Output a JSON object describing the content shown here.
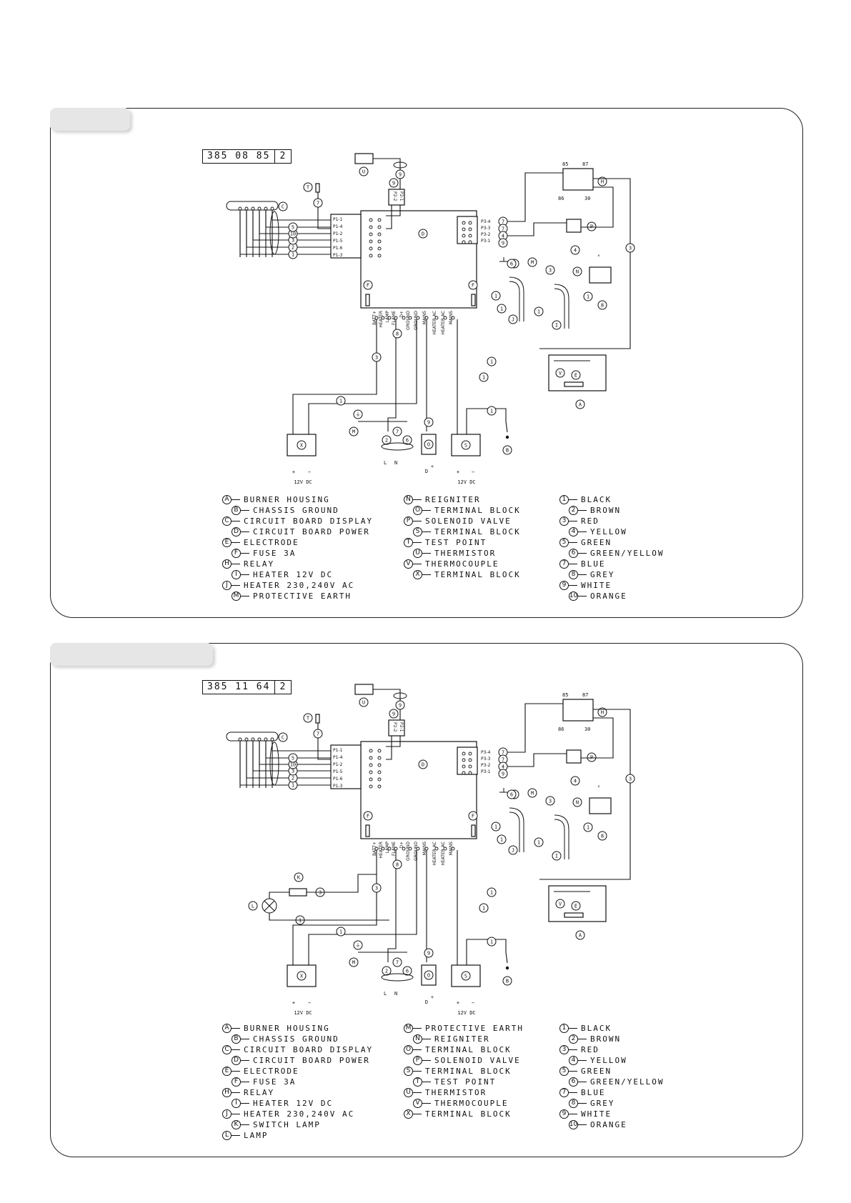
{
  "diagrams": [
    {
      "part_number": [
        "385 08 85",
        "2"
      ],
      "legend_col1": [
        {
          "key": "A",
          "text": "BURNER HOUSING"
        },
        {
          "key": "B",
          "text": "CHASSIS GROUND"
        },
        {
          "key": "C",
          "text": "CIRCUIT BOARD DISPLAY"
        },
        {
          "key": "D",
          "text": "CIRCUIT BOARD POWER"
        },
        {
          "key": "E",
          "text": "ELECTRODE"
        },
        {
          "key": "F",
          "text": "FUSE 3A"
        },
        {
          "key": "H",
          "text": "RELAY"
        },
        {
          "key": "I",
          "text": "HEATER 12V DC"
        },
        {
          "key": "J",
          "text": "HEATER 230,240V AC"
        },
        {
          "key": "M",
          "text": "PROTECTIVE EARTH"
        }
      ],
      "legend_col2": [
        {
          "key": "N",
          "text": "REIGNITER"
        },
        {
          "key": "O",
          "text": "TERMINAL BLOCK"
        },
        {
          "key": "P",
          "text": "SOLENOID VALVE"
        },
        {
          "key": "S",
          "text": "TERMINAL BLOCK"
        },
        {
          "key": "T",
          "text": "TEST POINT"
        },
        {
          "key": "U",
          "text": "THERMISTOR"
        },
        {
          "key": "V",
          "text": "THERMOCOUPLE"
        },
        {
          "key": "X",
          "text": "TERMINAL BLOCK"
        }
      ]
    },
    {
      "part_number": [
        "385 11 64",
        "2"
      ],
      "legend_col1": [
        {
          "key": "A",
          "text": "BURNER HOUSING"
        },
        {
          "key": "B",
          "text": "CHASSIS GROUND"
        },
        {
          "key": "C",
          "text": "CIRCUIT BOARD DISPLAY"
        },
        {
          "key": "D",
          "text": "CIRCUIT BOARD POWER"
        },
        {
          "key": "E",
          "text": "ELECTRODE"
        },
        {
          "key": "F",
          "text": "FUSE 3A"
        },
        {
          "key": "H",
          "text": "RELAY"
        },
        {
          "key": "I",
          "text": "HEATER 12V DC"
        },
        {
          "key": "J",
          "text": "HEATER 230,240V AC"
        },
        {
          "key": "K",
          "text": "SWITCH LAMP"
        },
        {
          "key": "L",
          "text": "LAMP"
        }
      ],
      "legend_col2": [
        {
          "key": "M",
          "text": "PROTECTIVE EARTH"
        },
        {
          "key": "N",
          "text": "REIGNITER"
        },
        {
          "key": "O",
          "text": "TERMINAL BLOCK"
        },
        {
          "key": "P",
          "text": "SOLENOID VALVE"
        },
        {
          "key": "S",
          "text": "TERMINAL BLOCK"
        },
        {
          "key": "T",
          "text": "TEST POINT"
        },
        {
          "key": "U",
          "text": "THERMISTOR"
        },
        {
          "key": "V",
          "text": "THERMOCOUPLE"
        },
        {
          "key": "X",
          "text": "TERMINAL BLOCK"
        }
      ]
    }
  ],
  "wire_colors": [
    {
      "key": "1",
      "text": "BLACK"
    },
    {
      "key": "2",
      "text": "BROWN"
    },
    {
      "key": "3",
      "text": "RED"
    },
    {
      "key": "4",
      "text": "YELLOW"
    },
    {
      "key": "5",
      "text": "GREEN"
    },
    {
      "key": "6",
      "text": "GREEN/YELLOW"
    },
    {
      "key": "7",
      "text": "BLUE"
    },
    {
      "key": "8",
      "text": "GREY"
    },
    {
      "key": "9",
      "text": "WHITE"
    },
    {
      "key": "10",
      "text": "ORANGE"
    }
  ],
  "schematic": {
    "p1_pins": [
      "P1-1",
      "P1-4",
      "P1-2",
      "P1-5",
      "P1-6",
      "P1-3"
    ],
    "p3_pins": [
      "P3-4",
      "P3-3",
      "P3-2",
      "P3-1"
    ],
    "p2_pins": [
      "P2-2",
      "P2-1"
    ],
    "board_terminals": [
      "BATT+",
      "HEATER",
      "LAMP",
      "FLAME",
      "D+",
      "GROUND",
      "GROUND",
      "MAINS",
      "HEATER AC",
      "HEATER AC",
      "MAINS"
    ],
    "relay_top": [
      "85",
      "87"
    ],
    "relay_bottom": [
      "86",
      "30"
    ],
    "supply_label": "12V DC",
    "plus_minus": [
      "+",
      "−"
    ],
    "mains_labels": [
      "L",
      "N"
    ],
    "d_plus": "D",
    "d_plus_sup": "+"
  }
}
